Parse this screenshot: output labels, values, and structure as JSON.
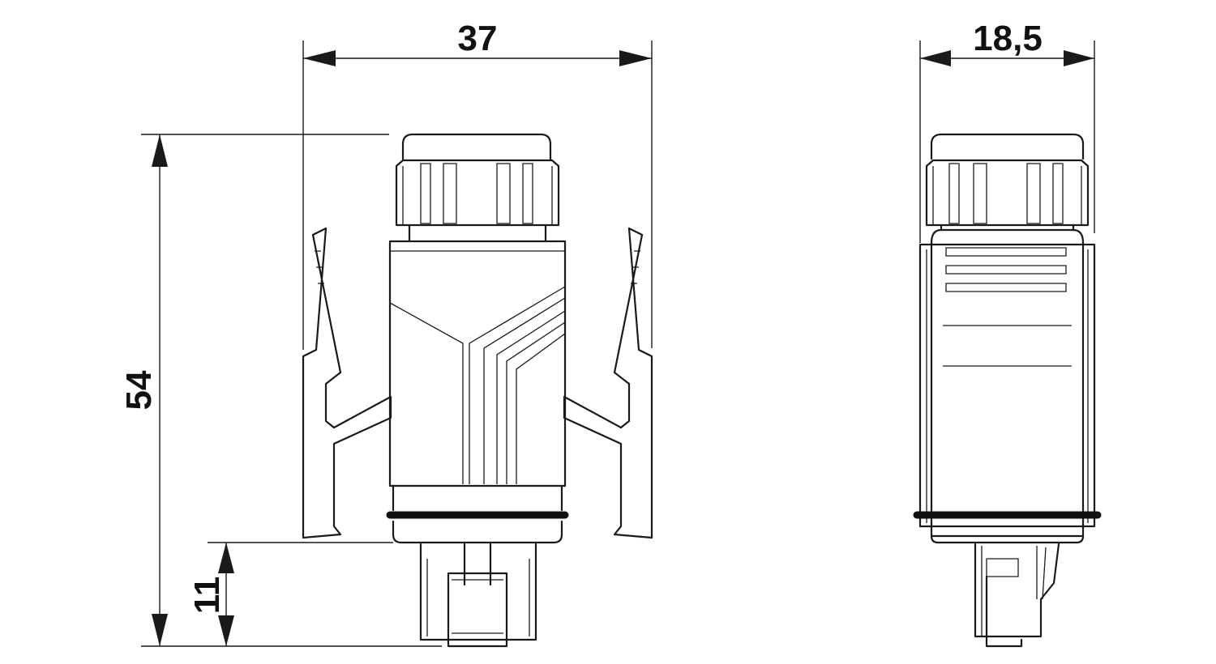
{
  "dimensions": {
    "front_width": "37",
    "side_width": "18,5",
    "total_height": "54",
    "plug_height": "11"
  },
  "views": [
    "front-view",
    "side-view"
  ],
  "colors": {
    "line": "#1a1a1a",
    "background": "#ffffff"
  }
}
